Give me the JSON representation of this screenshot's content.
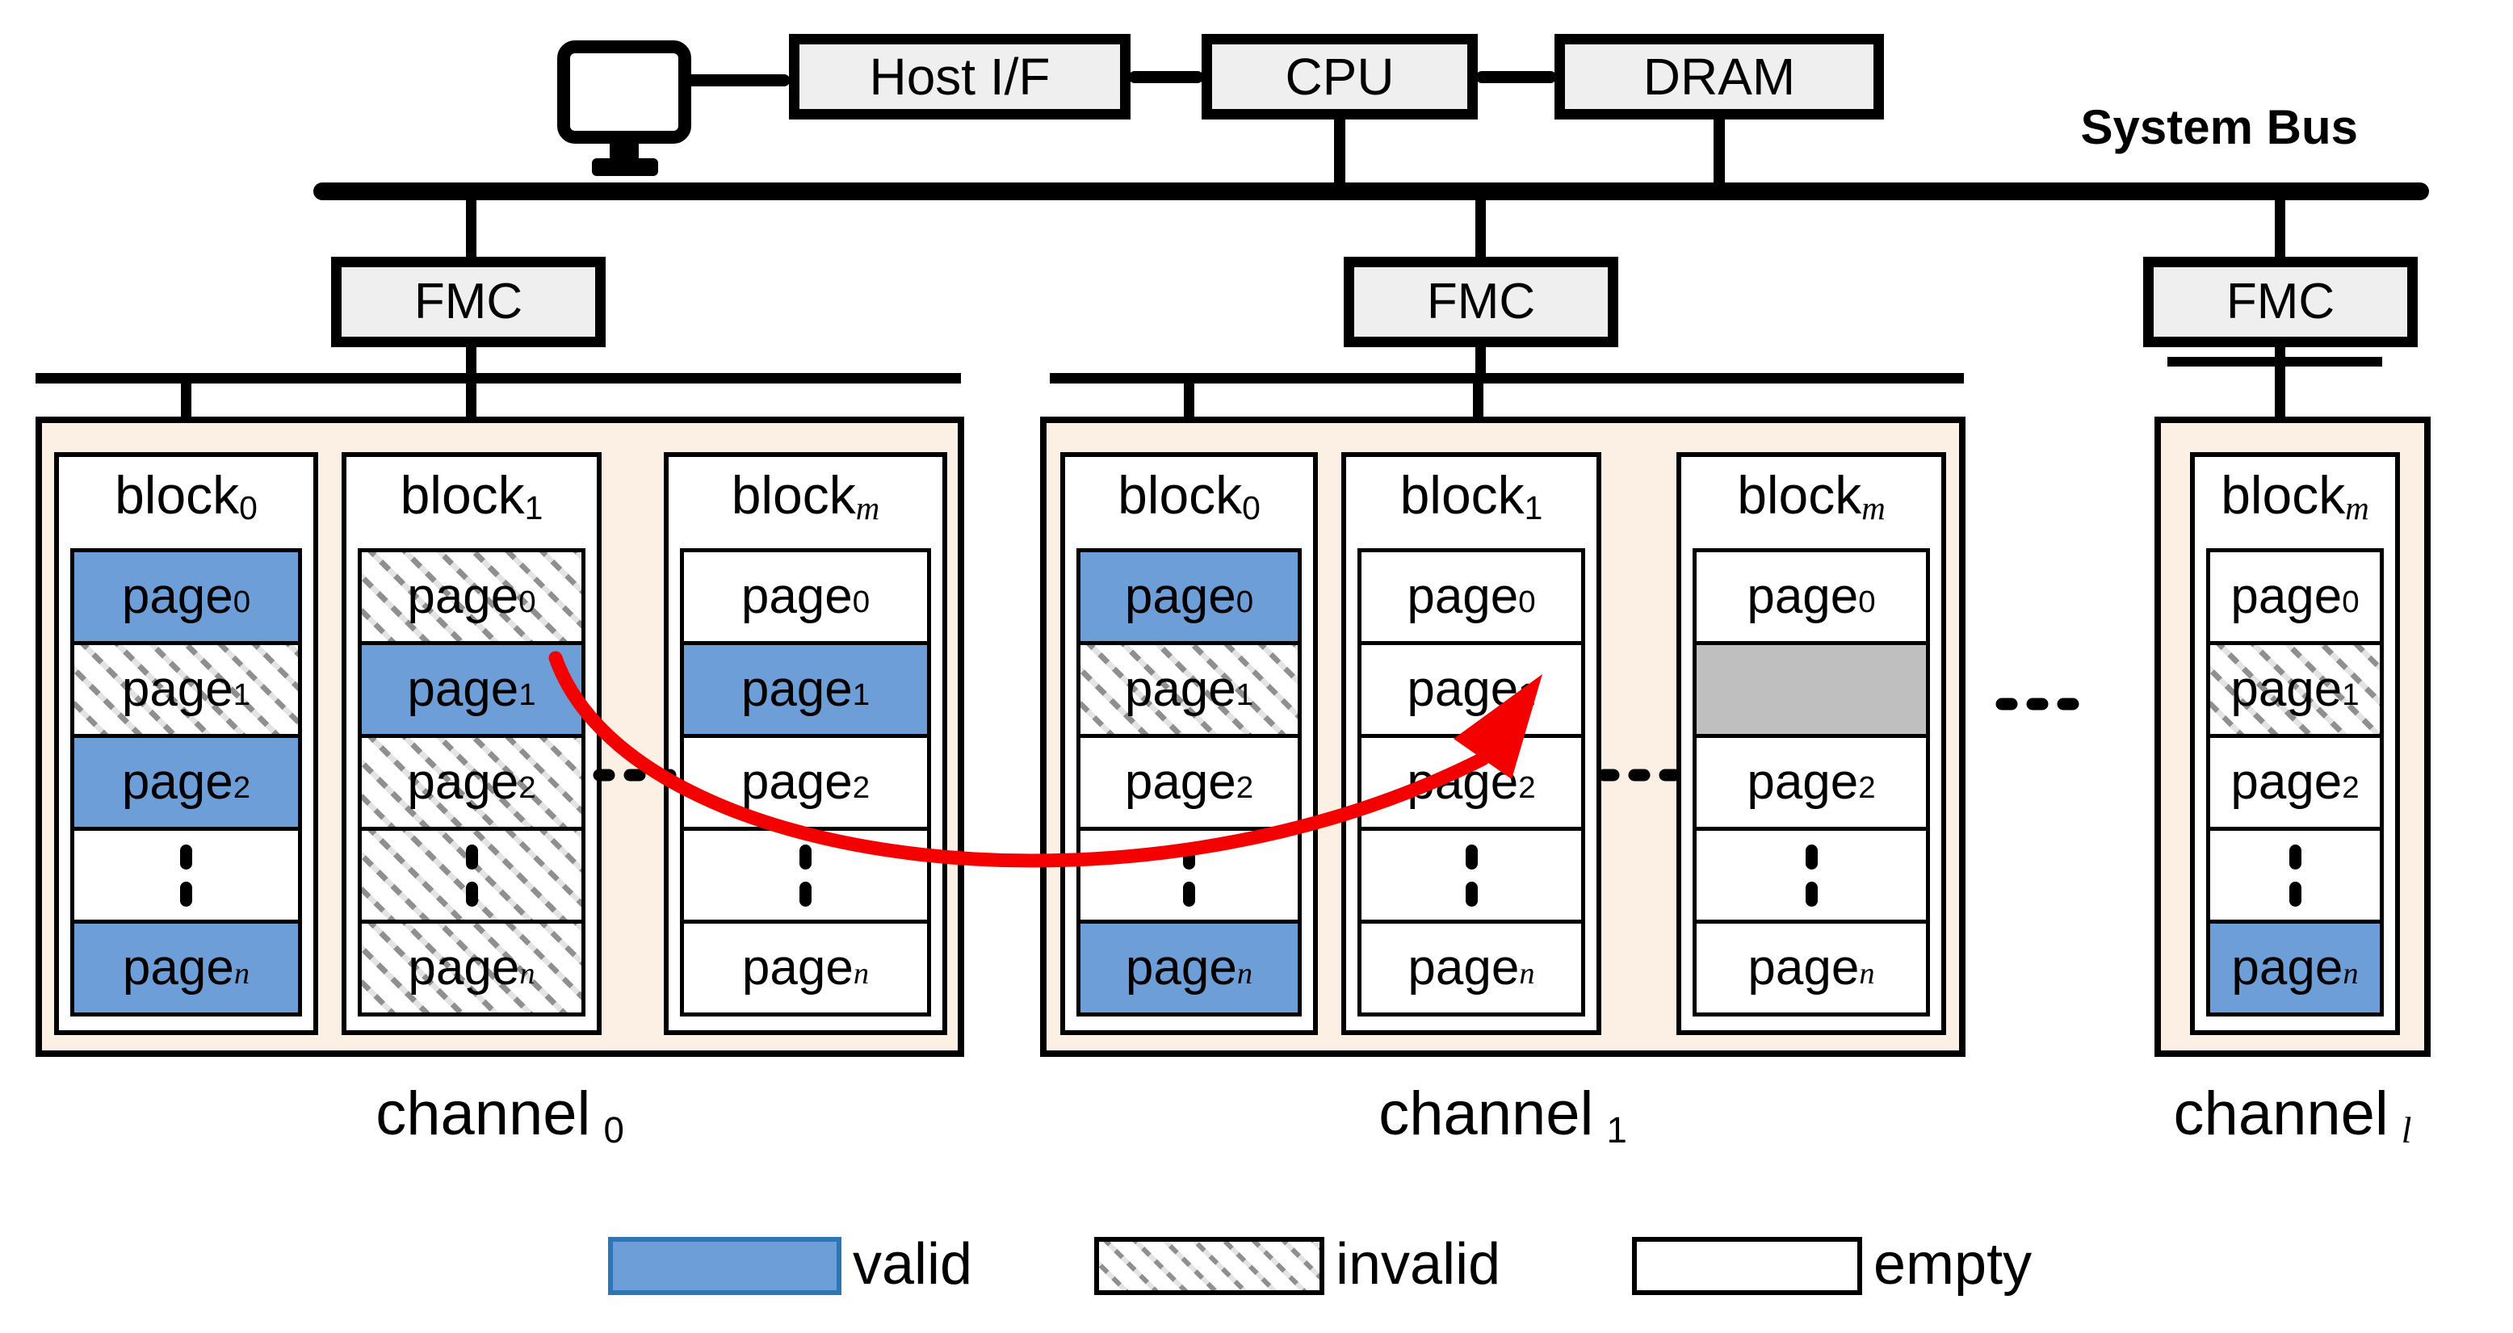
{
  "diagram": {
    "host_if": "Host I/F",
    "cpu": "CPU",
    "dram": "DRAM",
    "system_bus": "System Bus",
    "fmc": "FMC"
  },
  "channels": [
    {
      "name": "channel",
      "subscript": "0",
      "subscript_italic": false,
      "blocks": [
        {
          "name": "block",
          "subscript": "0",
          "subscript_italic": false,
          "pages": [
            {
              "name": "page",
              "subscript": "0",
              "subscript_italic": false,
              "state": "valid"
            },
            {
              "name": "page",
              "subscript": "1",
              "subscript_italic": false,
              "state": "invalid"
            },
            {
              "name": "page",
              "subscript": "2",
              "subscript_italic": false,
              "state": "valid"
            },
            {
              "name": "",
              "subscript": "",
              "subscript_italic": false,
              "state": "empty",
              "ellipsis": true
            },
            {
              "name": "page",
              "subscript": "n",
              "subscript_italic": true,
              "state": "valid"
            }
          ]
        },
        {
          "name": "block",
          "subscript": "1",
          "subscript_italic": false,
          "pages": [
            {
              "name": "page",
              "subscript": "0",
              "subscript_italic": false,
              "state": "invalid"
            },
            {
              "name": "page",
              "subscript": "1",
              "subscript_italic": false,
              "state": "valid"
            },
            {
              "name": "page",
              "subscript": "2",
              "subscript_italic": false,
              "state": "invalid"
            },
            {
              "name": "",
              "subscript": "",
              "subscript_italic": false,
              "state": "invalid",
              "ellipsis": true
            },
            {
              "name": "page",
              "subscript": "n",
              "subscript_italic": true,
              "state": "invalid"
            }
          ]
        },
        {
          "name": "block",
          "subscript": "m",
          "subscript_italic": true,
          "pages": [
            {
              "name": "page",
              "subscript": "0",
              "subscript_italic": false,
              "state": "empty"
            },
            {
              "name": "page",
              "subscript": "1",
              "subscript_italic": false,
              "state": "valid"
            },
            {
              "name": "page",
              "subscript": "2",
              "subscript_italic": false,
              "state": "empty"
            },
            {
              "name": "",
              "subscript": "",
              "subscript_italic": false,
              "state": "empty",
              "ellipsis": true
            },
            {
              "name": "page",
              "subscript": "n",
              "subscript_italic": true,
              "state": "empty"
            }
          ]
        }
      ]
    },
    {
      "name": "channel",
      "subscript": "1",
      "subscript_italic": false,
      "blocks": [
        {
          "name": "block",
          "subscript": "0",
          "subscript_italic": false,
          "pages": [
            {
              "name": "page",
              "subscript": "0",
              "subscript_italic": false,
              "state": "valid"
            },
            {
              "name": "page",
              "subscript": "1",
              "subscript_italic": false,
              "state": "invalid"
            },
            {
              "name": "page",
              "subscript": "2",
              "subscript_italic": false,
              "state": "empty"
            },
            {
              "name": "",
              "subscript": "",
              "subscript_italic": false,
              "state": "empty",
              "ellipsis": true
            },
            {
              "name": "page",
              "subscript": "n",
              "subscript_italic": true,
              "state": "valid"
            }
          ]
        },
        {
          "name": "block",
          "subscript": "1",
          "subscript_italic": false,
          "pages": [
            {
              "name": "page",
              "subscript": "0",
              "subscript_italic": false,
              "state": "empty"
            },
            {
              "name": "page",
              "subscript": "1",
              "subscript_italic": false,
              "state": "empty"
            },
            {
              "name": "page",
              "subscript": "2",
              "subscript_italic": false,
              "state": "empty"
            },
            {
              "name": "",
              "subscript": "",
              "subscript_italic": false,
              "state": "empty",
              "ellipsis": true
            },
            {
              "name": "page",
              "subscript": "n",
              "subscript_italic": true,
              "state": "empty"
            }
          ]
        },
        {
          "name": "block",
          "subscript": "m",
          "subscript_italic": true,
          "pages": [
            {
              "name": "page",
              "subscript": "0",
              "subscript_italic": false,
              "state": "empty"
            },
            {
              "name": "",
              "subscript": "",
              "subscript_italic": false,
              "state": "gray"
            },
            {
              "name": "page",
              "subscript": "2",
              "subscript_italic": false,
              "state": "empty"
            },
            {
              "name": "",
              "subscript": "",
              "subscript_italic": false,
              "state": "empty",
              "ellipsis": true
            },
            {
              "name": "page",
              "subscript": "n",
              "subscript_italic": true,
              "state": "empty"
            }
          ]
        }
      ]
    },
    {
      "name": "channel",
      "subscript": "l",
      "subscript_italic": true,
      "blocks": [
        {
          "name": "block",
          "subscript": "m",
          "subscript_italic": true,
          "pages": [
            {
              "name": "page",
              "subscript": "0",
              "subscript_italic": false,
              "state": "empty"
            },
            {
              "name": "page",
              "subscript": "1",
              "subscript_italic": false,
              "state": "invalid"
            },
            {
              "name": "page",
              "subscript": "2",
              "subscript_italic": false,
              "state": "empty"
            },
            {
              "name": "",
              "subscript": "",
              "subscript_italic": false,
              "state": "empty",
              "ellipsis": true
            },
            {
              "name": "page",
              "subscript": "n",
              "subscript_italic": true,
              "state": "valid"
            }
          ]
        }
      ]
    }
  ],
  "legend": {
    "items": [
      {
        "label": "valid",
        "swatch": "valid"
      },
      {
        "label": "invalid",
        "swatch": "invalid"
      },
      {
        "label": "empty",
        "swatch": "empty"
      }
    ]
  },
  "colors": {
    "valid_fill": "#6d9ed7",
    "valid_border": "#2e75b6",
    "hatch_line": "#8f8f8f",
    "gray_fill": "#bfbfbf",
    "channel_fill": "#fcefe3",
    "node_fill": "#efefef",
    "arrow": "#f40000"
  }
}
